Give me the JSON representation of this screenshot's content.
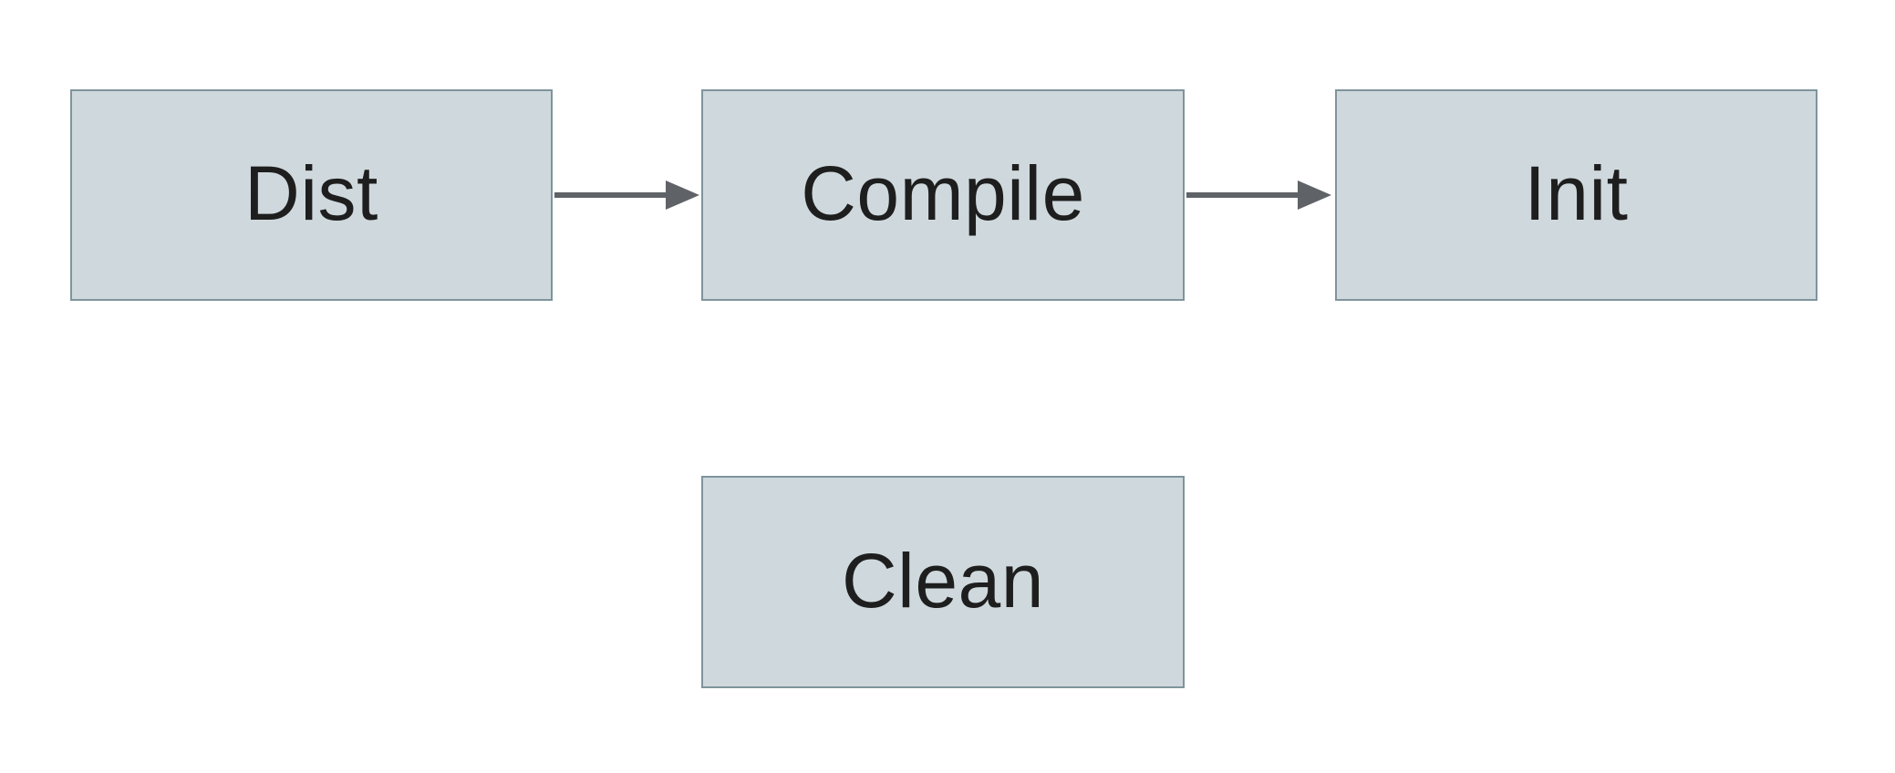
{
  "diagram": {
    "nodes": [
      {
        "id": "dist",
        "label": "Dist"
      },
      {
        "id": "compile",
        "label": "Compile"
      },
      {
        "id": "init",
        "label": "Init"
      },
      {
        "id": "clean",
        "label": "Clean"
      }
    ],
    "edges": [
      {
        "from": "dist",
        "to": "compile"
      },
      {
        "from": "compile",
        "to": "init"
      }
    ],
    "colors": {
      "node_fill": "#cfd9dd",
      "node_border": "#7f949c",
      "arrow": "#5f6368",
      "text": "#1e1e1e",
      "background": "#ffffff"
    }
  }
}
